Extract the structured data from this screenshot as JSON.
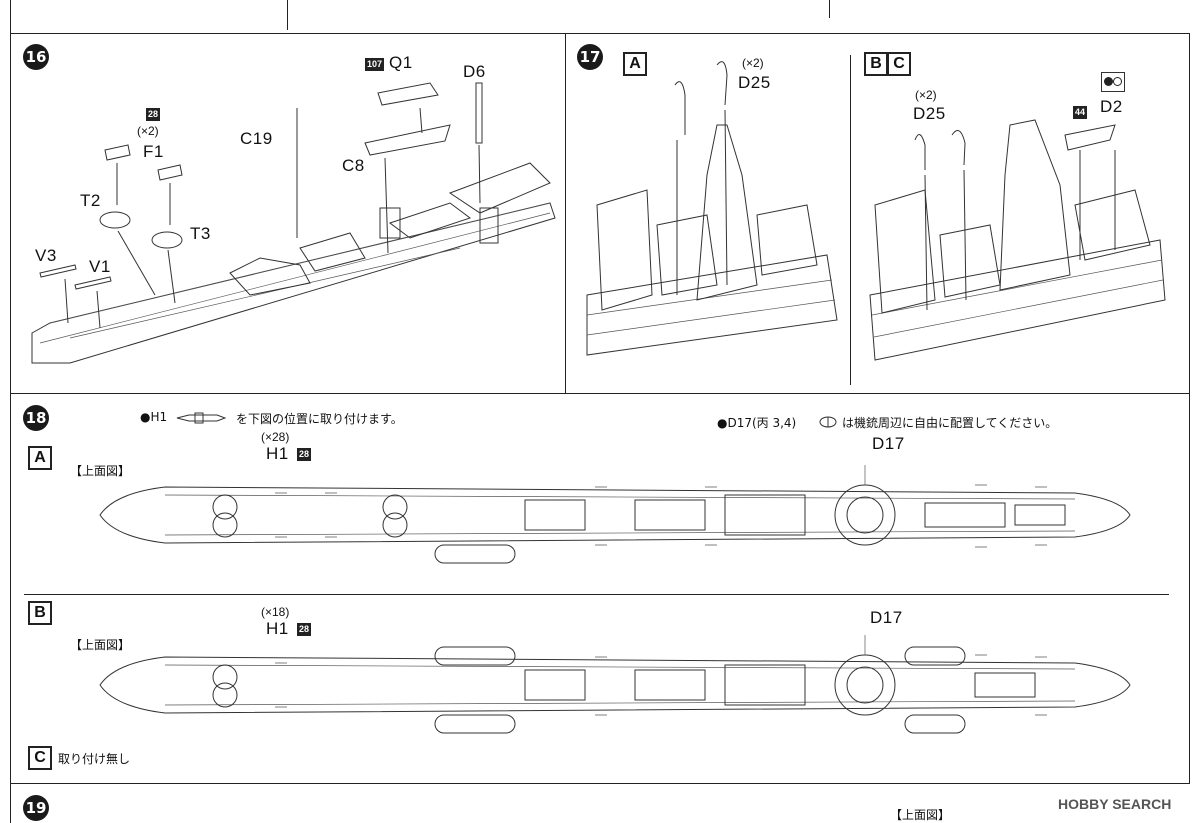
{
  "steps": {
    "s16": {
      "number": "16",
      "parts": {
        "q1": "Q1",
        "q1_tag": "107",
        "d6": "D6",
        "f1_qty": "(×2)",
        "f1": "F1",
        "f1_tag": "28",
        "c19": "C19",
        "c8": "C8",
        "t2": "T2",
        "t3": "T3",
        "v3": "V3",
        "v1": "V1"
      }
    },
    "s17": {
      "number": "17",
      "variant_a": "A",
      "variant_b": "B",
      "variant_c": "C",
      "a_qty": "(×2)",
      "a_part": "D25",
      "bc_qty": "(×2)",
      "bc_part": "D25",
      "d2": "D2",
      "d2_tag": "44"
    },
    "s18": {
      "number": "18",
      "note_h1": "●H1",
      "note_h1_text": "を下図の位置に取り付けます。",
      "note_d17": "●D17(丙 3,4)",
      "note_d17_text": "は機銃周辺に自由に配置してください。",
      "a": {
        "label": "A",
        "view": "【上面図】",
        "qty": "(×28)",
        "part": "H1",
        "tag": "28",
        "d17": "D17"
      },
      "b": {
        "label": "B",
        "view": "【上面図】",
        "qty": "(×18)",
        "part": "H1",
        "tag": "28",
        "d17": "D17"
      },
      "c": {
        "label": "C",
        "text": "取り付け無し"
      }
    },
    "s19": {
      "number": "19",
      "view": "【上面図】"
    }
  },
  "watermark": "HOBBY SEARCH"
}
